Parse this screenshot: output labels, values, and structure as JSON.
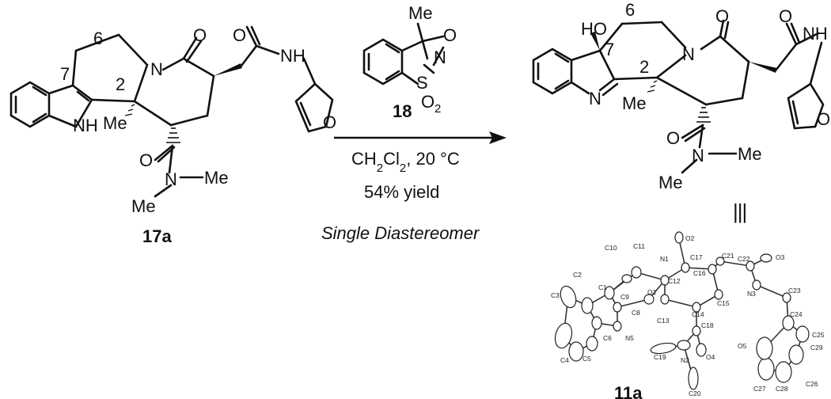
{
  "reactant": {
    "compound_label": "17a",
    "atoms": {
      "O_lactam": "O",
      "N_ring": "N",
      "O_amide": "O",
      "NH_amide": "NH",
      "O_furan": "O",
      "NH_indole": "NH",
      "Me_quat": "Me",
      "N_dimethyl": "N",
      "Me_a": "Me",
      "Me_b": "Me",
      "O_carbonyl": "O"
    },
    "numbering": {
      "n6": "6",
      "n7": "7",
      "n2": "2"
    }
  },
  "reagent": {
    "compound_label": "18",
    "atoms": {
      "Me": "Me",
      "O": "O",
      "N": "N",
      "S": "S",
      "O2": "O",
      "O2_sub": "2"
    }
  },
  "conditions": {
    "solvent_main": "CH",
    "solvent_sub1": "2",
    "solvent_mid": "Cl",
    "solvent_sub2": "2",
    "solvent_temp": ", 20 °C",
    "yield": "54% yield",
    "selectivity": "Single Diastereomer"
  },
  "product": {
    "compound_label": "11a",
    "atoms": {
      "HO": "HO",
      "O_lactam": "O",
      "N_ring": "N",
      "O_amide": "O",
      "NH_amide": "NH",
      "O_furan": "O",
      "N_imine": "N",
      "Me_quat": "Me",
      "N_dimethyl": "N",
      "Me_a": "Me",
      "Me_b": "Me",
      "O_carbonyl": "O"
    },
    "numbering": {
      "n6": "6",
      "n7": "7",
      "n2": "2"
    },
    "equivalence_symbol": "|||"
  },
  "crystal_structure": {
    "labels": [
      "O2",
      "C10",
      "C11",
      "N1",
      "C17",
      "C21",
      "C22",
      "O3",
      "C2",
      "C1",
      "C9",
      "O1",
      "C12",
      "C16",
      "N3",
      "C23",
      "C3",
      "C8",
      "C13",
      "C14",
      "C15",
      "C24",
      "C25",
      "C6",
      "N5",
      "C18",
      "O5",
      "C29",
      "C4",
      "C5",
      "C19",
      "N2",
      "O4",
      "C27",
      "C28",
      "C26",
      "C20"
    ]
  }
}
